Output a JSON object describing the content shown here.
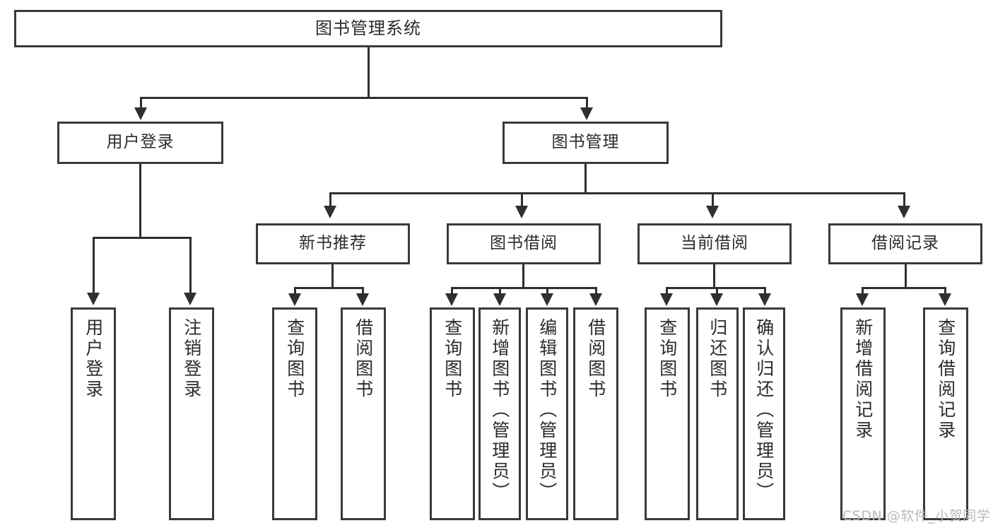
{
  "diagram": {
    "type": "tree",
    "title": "图书管理系统",
    "root": {
      "label": "图书管理系统"
    },
    "level2": [
      {
        "label": "用户登录"
      },
      {
        "label": "图书管理"
      }
    ],
    "level3": [
      {
        "label": "新书推荐"
      },
      {
        "label": "图书借阅"
      },
      {
        "label": "当前借阅"
      },
      {
        "label": "借阅记录"
      }
    ],
    "leaves": {
      "user_login": [
        {
          "label": "用户登录"
        },
        {
          "label": "注销登录"
        }
      ],
      "new_book_recommend": [
        {
          "label": "查询图书"
        },
        {
          "label": "借阅图书"
        }
      ],
      "book_borrow": [
        {
          "label": "查询图书"
        },
        {
          "label": "新增图书（管理员）"
        },
        {
          "label": "编辑图书（管理员）"
        },
        {
          "label": "借阅图书"
        }
      ],
      "current_borrow": [
        {
          "label": "查询图书"
        },
        {
          "label": "归还图书"
        },
        {
          "label": "确认归还（管理员）"
        }
      ],
      "borrow_record": [
        {
          "label": "新增借阅记录"
        },
        {
          "label": "查询借阅记录"
        }
      ]
    }
  },
  "watermark": {
    "text": "CSDN @软件_小贺同学"
  },
  "colors": {
    "background": "#ffffff",
    "box_border": "#3a3a3a",
    "line": "#2f2f2f",
    "text": "#2b2b2b",
    "watermark": "#b9b9b9"
  }
}
